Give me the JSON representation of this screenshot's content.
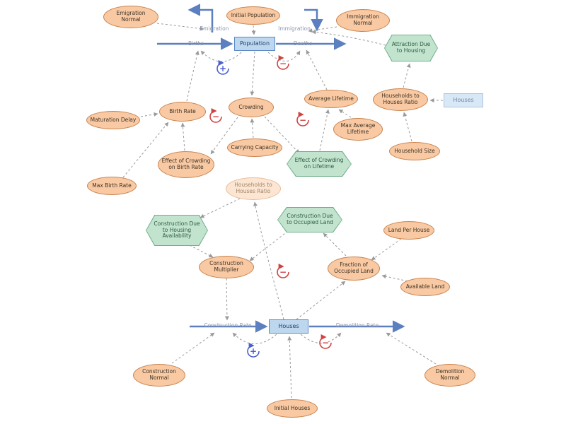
{
  "diagram": {
    "nodes": {
      "emigration_normal": {
        "label": "Emigration Normal"
      },
      "initial_population": {
        "label": "Initial Population"
      },
      "immigration_normal": {
        "label": "Immigration Normal"
      },
      "population": {
        "label": "Population"
      },
      "attraction_due_to_housing": {
        "label": "Attraction Due to Housing"
      },
      "average_lifetime": {
        "label": "Average Lifetime"
      },
      "households_to_houses_ratio": {
        "label": "Households to Houses Ratio"
      },
      "houses_ghost": {
        "label": "Houses"
      },
      "birth_rate": {
        "label": "Birth Rate"
      },
      "crowding": {
        "label": "Crowding"
      },
      "maturation_delay": {
        "label": "Maturation Delay"
      },
      "max_average_lifetime": {
        "label": "Max Average Lifetime"
      },
      "household_size": {
        "label": "Household Size"
      },
      "carrying_capacity": {
        "label": "Carrying Capacity"
      },
      "effect_of_crowding_on_birth_rate": {
        "label": "Effect of Crowding on Birth Rate"
      },
      "effect_of_crowding_on_lifetime": {
        "label": "Effect of Crowding on Lifetime"
      },
      "max_birth_rate": {
        "label": "Max Birth Rate"
      },
      "households_to_houses_ratio_ghost": {
        "label": "Households to Houses Ratio"
      },
      "construction_due_to_housing_availability": {
        "label": "Construction Due to Housing Availability"
      },
      "construction_due_to_occupied_land": {
        "label": "Construction Due to Occupied Land"
      },
      "land_per_house": {
        "label": "Land Per House"
      },
      "construction_multiplier": {
        "label": "Construction Multiplier"
      },
      "fraction_of_occupied_land": {
        "label": "Fraction of Occupied Land"
      },
      "available_land": {
        "label": "Available Land"
      },
      "houses": {
        "label": "Houses"
      },
      "construction_normal": {
        "label": "Construction Normal"
      },
      "demolition_normal": {
        "label": "Demolition Normal"
      },
      "initial_houses": {
        "label": "Initial Houses"
      }
    },
    "flows": {
      "births": "Births",
      "deaths": "Deaths",
      "emigration": "Emigration",
      "immigration": "Immigration",
      "construction_rate": "Construction Rate",
      "demolition_rate": "Demolition Rate"
    },
    "loop_signs": {
      "positive": "+",
      "negative": "−"
    },
    "colors": {
      "variable_fill": "#f8c9a2",
      "variable_border": "#c9834f",
      "hexagon_fill": "#c2e4cf",
      "hexagon_border": "#6fae89",
      "stock_fill": "#bdd7ee",
      "stock_border": "#5b87c5",
      "flow": "#5b7fbf",
      "connector": "#9a9a9a",
      "positive_loop": "#4a5fd0",
      "negative_loop": "#d04343"
    }
  }
}
